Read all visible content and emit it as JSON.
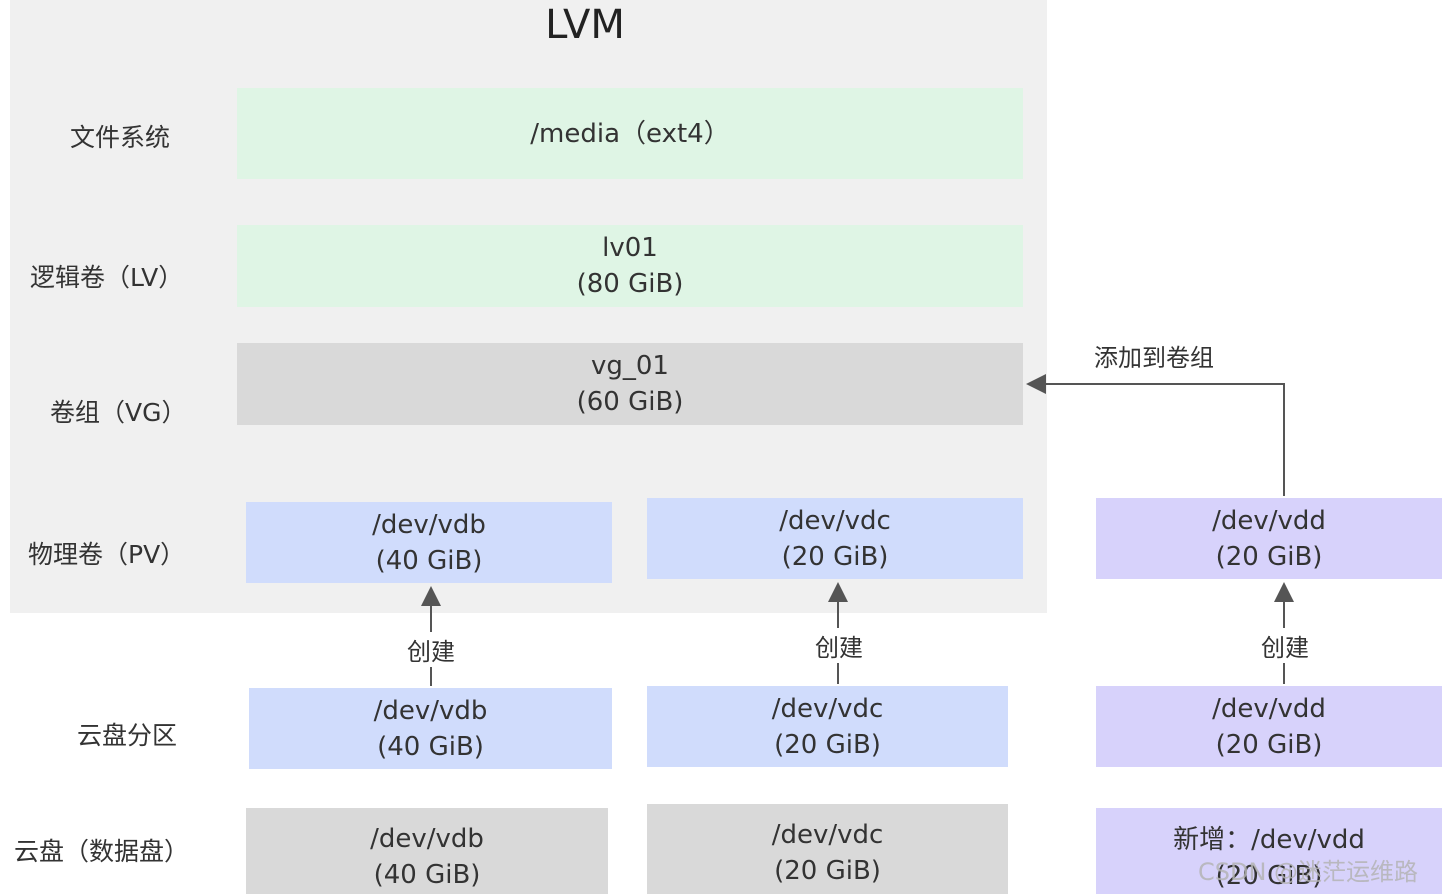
{
  "title": "LVM",
  "rows": {
    "fs": "文件系统",
    "lv": "逻辑卷（LV）",
    "vg": "卷组（VG）",
    "pv": "物理卷（PV）",
    "part": "云盘分区",
    "disk": "云盘（数据盘）"
  },
  "fs_box": "/media（ext4）",
  "lv_box": {
    "name": "lv01",
    "size": "(80 GiB)"
  },
  "vg_box": {
    "name": "vg_01",
    "size": "(60 GiB)"
  },
  "pv": [
    {
      "name": "/dev/vdb",
      "size": "(40 GiB)"
    },
    {
      "name": "/dev/vdc",
      "size": "(20 GiB)"
    },
    {
      "name": "/dev/vdd",
      "size": "(20 GiB)"
    }
  ],
  "partitions": [
    {
      "name": "/dev/vdb",
      "size": "(40 GiB)"
    },
    {
      "name": "/dev/vdc",
      "size": "(20 GiB)"
    },
    {
      "name": "/dev/vdd",
      "size": "(20 GiB)"
    }
  ],
  "disks": [
    {
      "name": "/dev/vdb",
      "size": "(40 GiB)"
    },
    {
      "name": "/dev/vdc",
      "size": "(20 GiB)"
    },
    {
      "name": "新增：/dev/vdd",
      "size": "(20 GiB)"
    }
  ],
  "edges": {
    "create": "创建",
    "add_to_vg": "添加到卷组"
  },
  "watermark": "CSDN @迷茫运维路",
  "colors": {
    "lvm_background": "#f0f0f0",
    "green": "#dff5e5",
    "gray": "#d9d9d9",
    "blue": "#d0dcfc",
    "purple": "#d7d2fb",
    "arrow": "#555555"
  }
}
